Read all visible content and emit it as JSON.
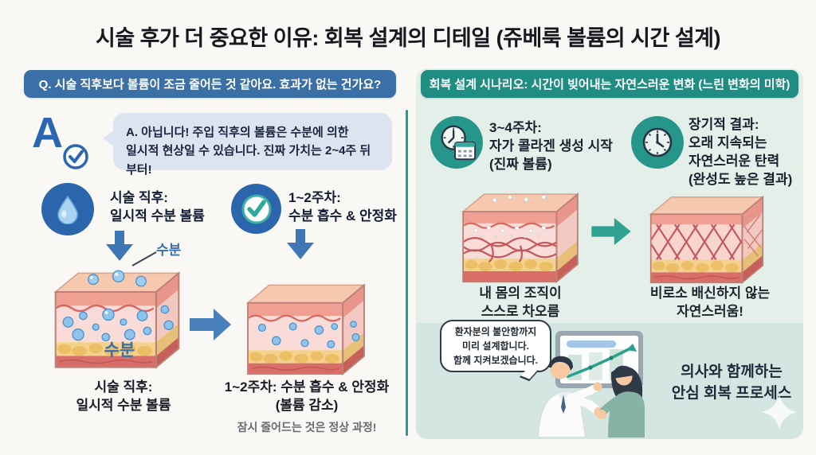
{
  "page": {
    "title": "시술 후가 더 중요한 이유: 회복 설계의 디테일 (쥬베룩 볼륨의 시간 설계)"
  },
  "left_panel": {
    "question_banner": "Q. 시술 직후보다 볼륨이 조금 줄어든 것 같아요. 효과가 없는 건가요?",
    "answer_mark": "A",
    "answer_text": "A. 아닙니다! 주입 직후의 볼륨은 수분에 의한\n일시적 현상일 수 있습니다. 진짜 가치는 2~4주 뒤부터!",
    "stage1_label": "시술 직후:\n일시적 수분 볼륨",
    "stage2_label": "1~2주차:\n수분 흡수 & 안정화",
    "moisture_callout": "수분",
    "cube1_inner_label": "수분",
    "caption1": "시술 직후:\n일시적 수분 볼륨",
    "caption2": "1~2주차: 수분 흡수 & 안정화\n(볼륨 감소)",
    "caption2_note": "잠시 줄어드는 것은 정상 과정!"
  },
  "right_panel": {
    "scenario_banner": "회복 설계 시나리오: 시간이 빚어내는 자연스러운 변화 (느린 변화의 미학)",
    "stage3_label": "3~4주차:\n자가 콜라겐 생성 시작\n(진짜 볼륨)",
    "stage4_label": "장기적 결과:\n오래 지속되는\n자연스러운 탄력\n(완성도 높은 결과)",
    "caption3": "내 몸의 조직이\n스스로 차오름",
    "caption4": "비로소 배신하지 않는\n자연스러움!",
    "doctor_bubble": "환자분의 불안함까지\n미리 설계합니다.\n함께 지켜보겠습니다.",
    "footer": "의사와 함께하는\n안심 회복 프로세스"
  },
  "icons": {
    "answer": "check-circle",
    "stage1": "water-drop",
    "stage2": "check-circle",
    "stage3": "clock-calendar",
    "stage4": "clock",
    "decoration": "sparkle"
  },
  "colors": {
    "accent_blue": "#2b66ad",
    "banner_blue": "#3a70a6",
    "banner_teal": "#1f8d82",
    "mint_panel": "#e4efea",
    "mint_band": "#d4e6e1",
    "moisture_blue": "#8ec4ec",
    "collagen_red": "#c4575a",
    "divider_teal": "#2a9a8e"
  }
}
